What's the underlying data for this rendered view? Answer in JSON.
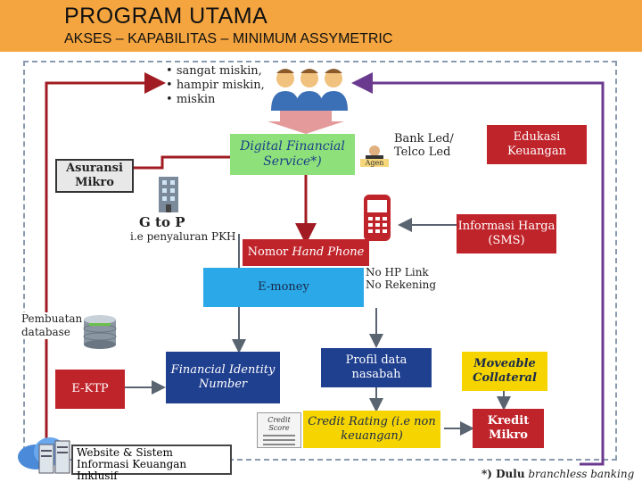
{
  "header": {
    "title": "PROGRAM UTAMA",
    "subtitle": "AKSES – KAPABILITAS – MINIMUM ASSYMETRIC"
  },
  "target_group": [
    "sangat miskin,",
    "hampir miskin,",
    "miskin"
  ],
  "nodes": {
    "digital_financial_service": "Digital Financial Service*)",
    "agen": "Agen",
    "bank_led": "Bank Led/ Telco Led",
    "edukasi": "Edukasi Keuangan",
    "asuransi": "Asuransi Mikro",
    "g_to_p": "G to P",
    "g_to_p_note": "i.e penyaluran PKH",
    "informasi_harga": "Informasi Harga (SMS)",
    "nomor_hp_prefix": "Nomor",
    "nomor_hp_italic": "Hand Phone",
    "e_money": "E-money",
    "no_hp_link": "No HP Link",
    "no_rekening": "No Rekening",
    "pembuatan_database": "Pembuatan database",
    "e_ktp": "E-KTP",
    "financial_identity": "Financial Identity Number",
    "profil_data": "Profil data nasabah",
    "moveable_collateral": "Moveable Collateral",
    "credit_rating": "Credit Rating (i.e non keuangan)",
    "kredit_mikro": "Kredit Mikro",
    "website": "Website & Sistem Informasi Keuangan Inklusif",
    "credit_score_card": "Credit Score"
  },
  "footnote": {
    "prefix": "*) Dulu",
    "italic": "branchless banking"
  },
  "colors": {
    "header": "#f4a540",
    "green": "#8ee07a",
    "red": "#c0242b",
    "blue": "#2aa8e8",
    "navy": "#1f3f8f",
    "yellow": "#f5d400",
    "dark_red_line": "#a01c22",
    "purple_line": "#6a3a8f",
    "gray_line": "#5a6470"
  }
}
